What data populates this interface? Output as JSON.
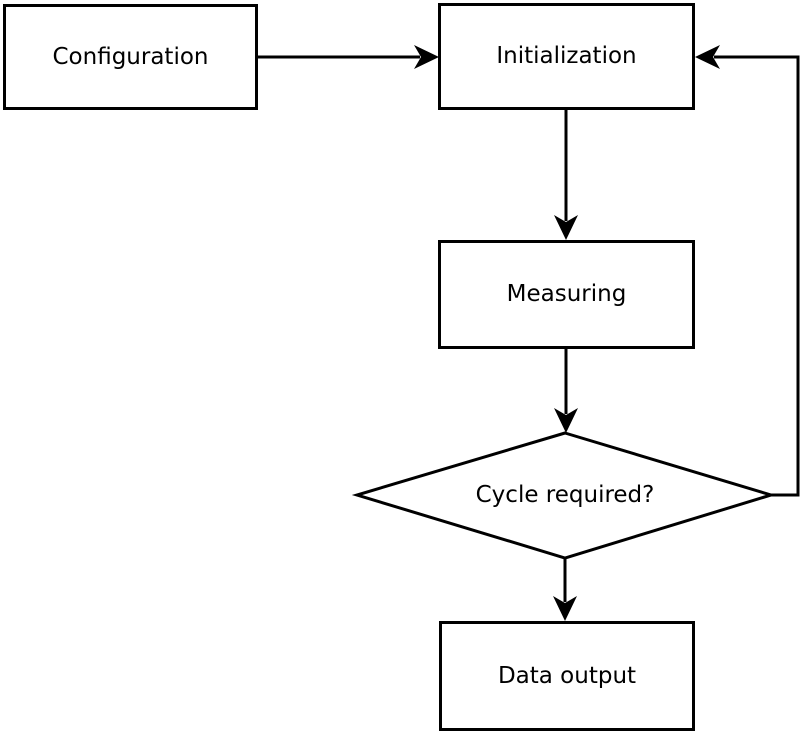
{
  "diagram": {
    "type": "flowchart",
    "background_color": "#ffffff",
    "stroke_color": "#000000",
    "node_fill_color": "#ffffff",
    "nodes": [
      {
        "id": "configuration",
        "label": "Configuration",
        "shape": "rectangle"
      },
      {
        "id": "initialization",
        "label": "Initialization",
        "shape": "rectangle"
      },
      {
        "id": "measuring",
        "label": "Measuring",
        "shape": "rectangle"
      },
      {
        "id": "cycle_required",
        "label": "Cycle required?",
        "shape": "diamond"
      },
      {
        "id": "data_output",
        "label": "Data output",
        "shape": "rectangle"
      }
    ],
    "edges": [
      {
        "from": "configuration",
        "to": "initialization",
        "direction": "right"
      },
      {
        "from": "initialization",
        "to": "measuring",
        "direction": "down"
      },
      {
        "from": "measuring",
        "to": "cycle_required",
        "direction": "down"
      },
      {
        "from": "cycle_required",
        "to": "data_output",
        "direction": "down"
      },
      {
        "from": "cycle_required",
        "to": "initialization",
        "direction": "loop-right-up",
        "note": "feedback loop"
      }
    ]
  }
}
